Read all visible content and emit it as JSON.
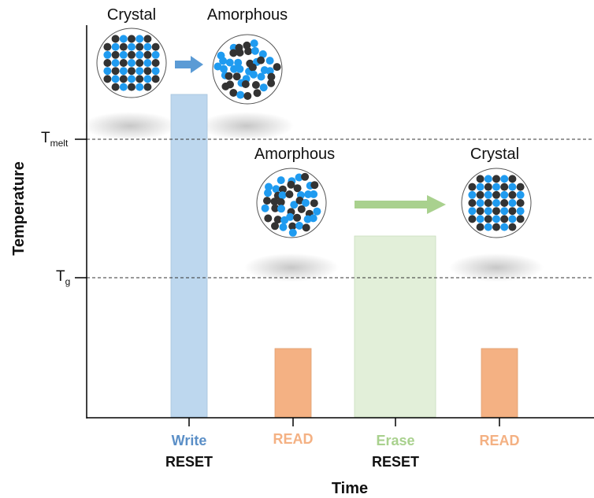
{
  "axes": {
    "y_label": "Temperature",
    "x_label": "Time",
    "levels": [
      {
        "main": "T",
        "sub": "melt"
      },
      {
        "main": "T",
        "sub": "g"
      }
    ]
  },
  "states": {
    "top_left": "Crystal",
    "top_right": "Amorphous",
    "mid_left": "Amorphous",
    "mid_right": "Crystal"
  },
  "pulses": [
    {
      "name": "Write",
      "sub": "RESET",
      "color": "#bdd7ee",
      "label_color": "#5b8fc7"
    },
    {
      "name": "READ",
      "sub": "",
      "color": "#f4b183",
      "label_color": "#f4b183"
    },
    {
      "name": "Erase",
      "sub": "RESET",
      "color": "#e2efd9",
      "label_color": "#a9d18e"
    },
    {
      "name": "READ",
      "sub": "",
      "color": "#f4b183",
      "label_color": "#f4b183"
    }
  ],
  "colors": {
    "atom_blue": "#1f9bf0",
    "atom_dark": "#333333",
    "arrow_blue": "#5b9bd5",
    "arrow_green": "#a9d18e"
  }
}
